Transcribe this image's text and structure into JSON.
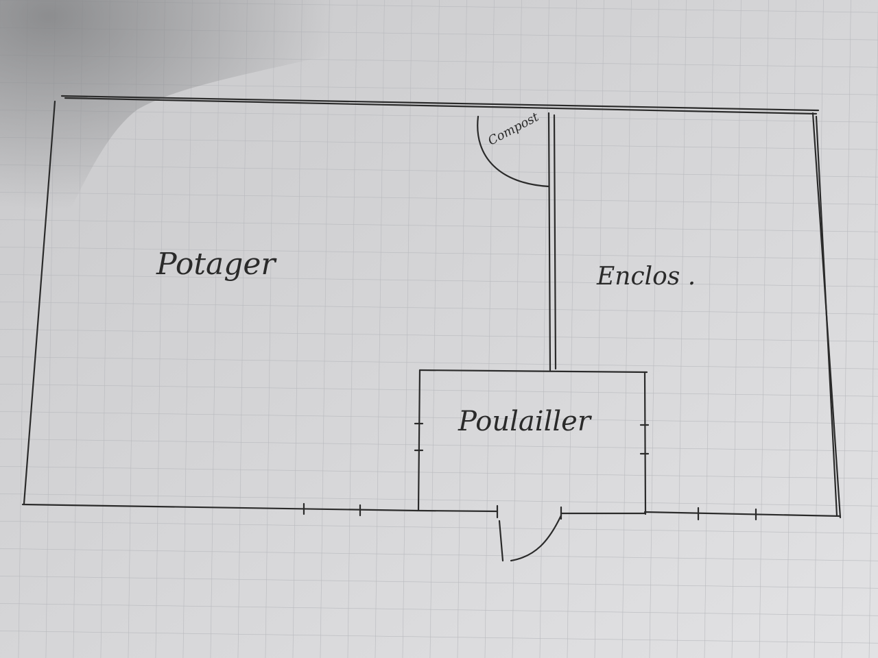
{
  "plan": {
    "zones": {
      "potager": "Potager",
      "enclos": "Enclos .",
      "poulailler": "Poulailler",
      "compost": "Compost"
    }
  },
  "colors": {
    "paper": "#d9d9db",
    "ink": "#2a2a2a",
    "grid": "#b8b9bd"
  }
}
